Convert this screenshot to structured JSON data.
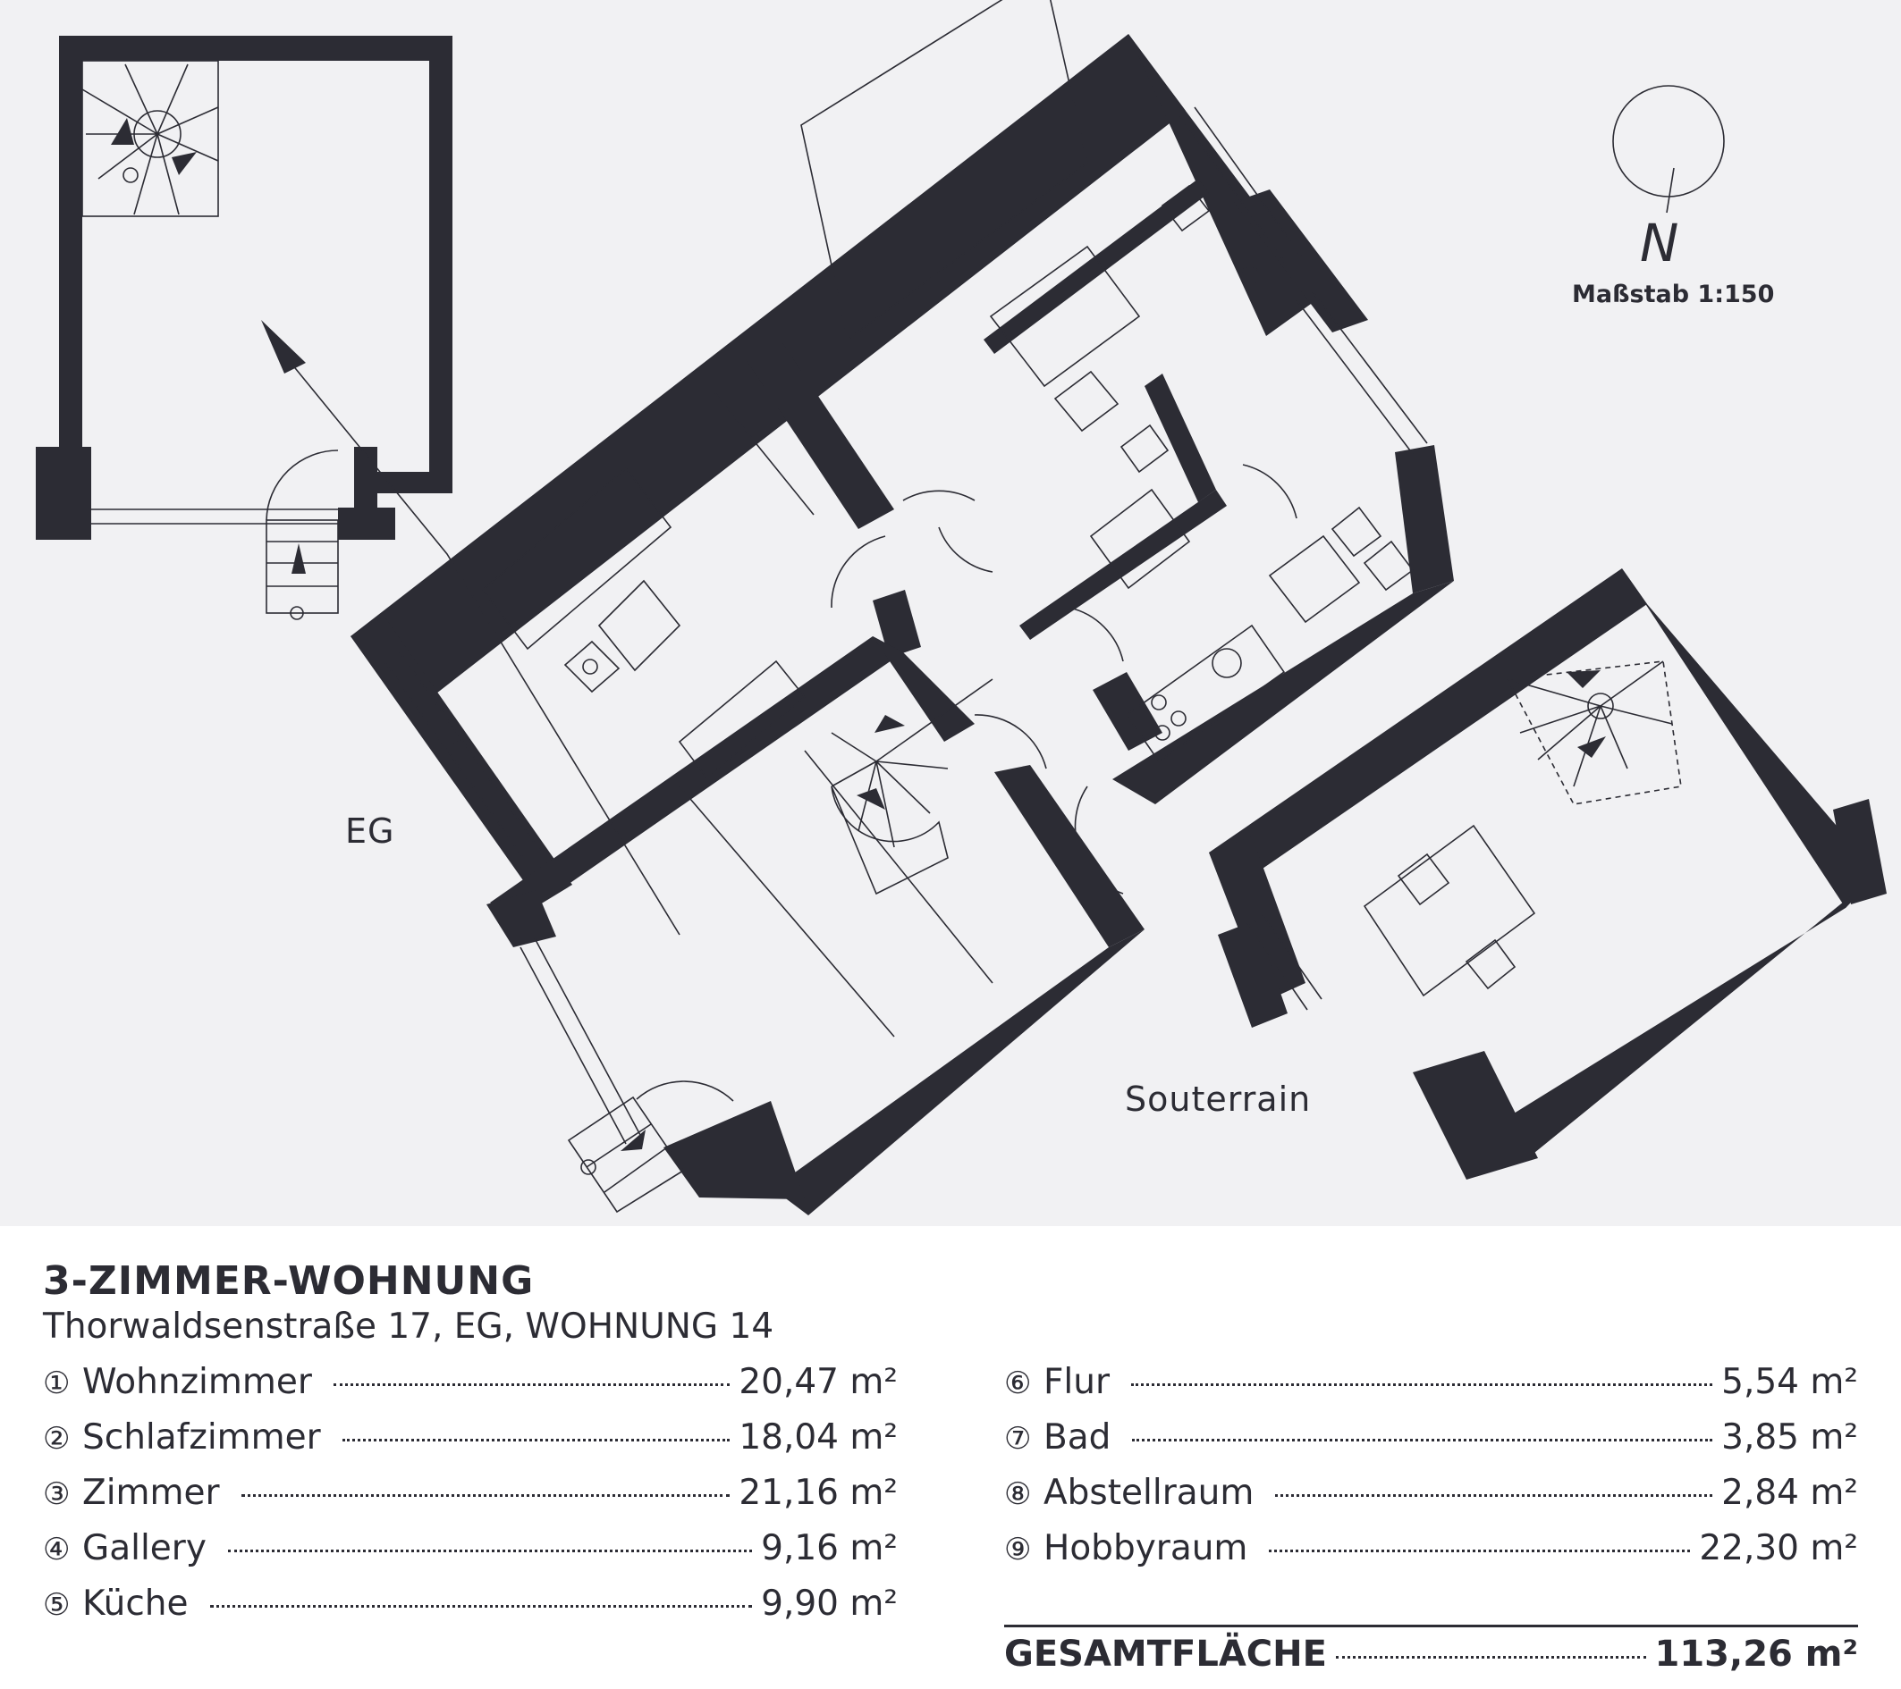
{
  "plan": {
    "floor_label_eg": "EG",
    "floor_label_souterrain": "Souterrain",
    "compass_letter": "N",
    "scale": "Maßstab 1:150",
    "colors": {
      "background": "#f1f1f3",
      "wall": "#2c2c34",
      "line": "#2c2c34"
    }
  },
  "info": {
    "title": "3-ZIMMER-WOHNUNG",
    "address": "Thorwaldsenstraße 17, EG, WOHNUNG 14",
    "rooms_left": [
      {
        "num": "①",
        "name": "Wohnzimmer",
        "area": "20,47 m²"
      },
      {
        "num": "②",
        "name": "Schlafzimmer",
        "area": "18,04 m²"
      },
      {
        "num": "③",
        "name": "Zimmer",
        "area": "21,16 m²"
      },
      {
        "num": "④",
        "name": "Gallery",
        "area": "9,16 m²"
      },
      {
        "num": "⑤",
        "name": "Küche",
        "area": "9,90 m²"
      }
    ],
    "rooms_right": [
      {
        "num": "⑥",
        "name": "Flur",
        "area": "5,54 m²"
      },
      {
        "num": "⑦",
        "name": "Bad",
        "area": "3,85 m²"
      },
      {
        "num": "⑧",
        "name": "Abstellraum",
        "area": "2,84 m²"
      },
      {
        "num": "⑨",
        "name": "Hobbyraum",
        "area": "22,30 m²"
      }
    ],
    "total_label": "GESAMTFLÄCHE",
    "total_area": "113,26 m²"
  }
}
